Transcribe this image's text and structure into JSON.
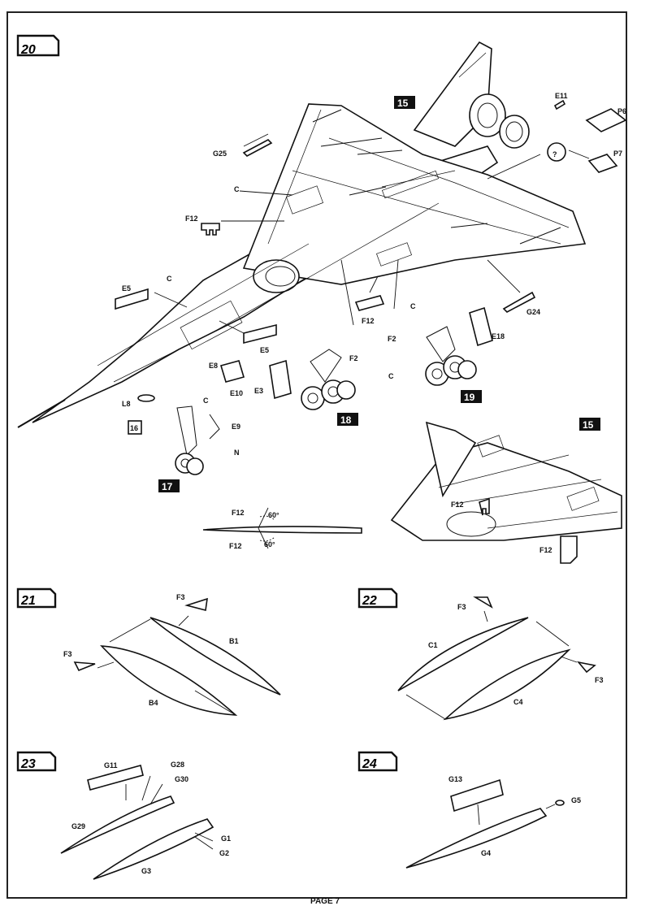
{
  "page": {
    "footer": "PAGE 7"
  },
  "steps": {
    "s20": {
      "number": "20",
      "sub_badges": [
        "15",
        "18",
        "19",
        "17"
      ],
      "part_labels": {
        "E11": "E11",
        "P6": "P6",
        "P7": "P7",
        "question": "?",
        "G25": "G25",
        "C_a": "C",
        "F12_a": "F12",
        "E5_a": "E5",
        "C_b": "C",
        "F12_b": "F12",
        "E5_b": "E5",
        "E8": "E8",
        "E10": "E10",
        "E3": "E3",
        "F2_a": "F2",
        "F2_b": "F2",
        "C_c": "C",
        "C_d": "C",
        "E18": "E18",
        "G24": "G24",
        "L8": "L8",
        "L8_ref": "16",
        "C_e": "C",
        "E9": "E9",
        "N": "N"
      },
      "angle_detail": {
        "label_top": "F12",
        "angle_top": "60°",
        "label_bottom": "F12",
        "angle_bottom": "60°"
      },
      "inset": {
        "badge": "15",
        "label_a": "F12",
        "label_b": "F12"
      }
    },
    "s21": {
      "number": "21",
      "labels": {
        "F3_top": "F3",
        "B1": "B1",
        "F3_left": "F3",
        "B4": "B4"
      }
    },
    "s22": {
      "number": "22",
      "labels": {
        "F3_top": "F3",
        "C1": "C1",
        "F3_right": "F3",
        "C4": "C4"
      }
    },
    "s23": {
      "number": "23",
      "labels": {
        "G11": "G11",
        "G28": "G28",
        "G30": "G30",
        "G29": "G29",
        "G1": "G1",
        "G2": "G2",
        "G3": "G3"
      }
    },
    "s24": {
      "number": "24",
      "labels": {
        "G13": "G13",
        "G5": "G5",
        "G4": "G4"
      }
    }
  }
}
